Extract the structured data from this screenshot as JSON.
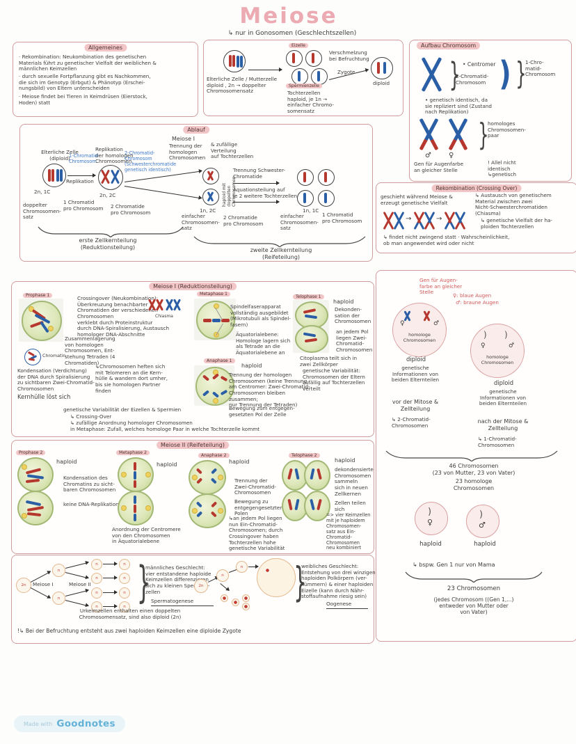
{
  "title": "Meiose",
  "subtitle": "↳ nur in Gonosomen (Geschlechtszellen)",
  "glyphs": {
    "female": "♀",
    "male": "♂",
    "arrow_right": "→",
    "brace_close": "}",
    "paren": ")",
    "bracket_close": "]"
  },
  "allg": {
    "header": "Allgemeines",
    "b1": "· Rekombination: Neukombination des genetischen\nMaterials führt zu genetischer Vielfalt der weiblichen &\nmännlichen Keimzellen",
    "b2": "· durch sexuelle Fortpflanzung gibt es Nachkommen,\ndie sich im Genotyp (Erbgut) & Phänotyp (Erschei-\nnungsbild) von Eltern unterscheiden",
    "b3": "· Meiose findet bei Tieren in Keimdrüsen (Eierstock,\nHoden) statt"
  },
  "fert": {
    "eizelle": "Eizelle",
    "spermien": "Spermienzelle",
    "mutter": "Elterliche Zelle / Mutterzelle\ndiploid , 2n → doppelter\nChromosomensatz",
    "tochter": "Tochterzellen\nhaploid, je 1n →\neinfacher Chromo-\nsomensatz",
    "verschmelzung": "Verschmelzung\nbei Befruchtung",
    "zygote": "Zygote",
    "diploid": "diploid"
  },
  "aufbau": {
    "header": "Aufbau Chromosom",
    "centromer": "• Centromer",
    "zweichromatid": "2-Chromatid-\nChromosom",
    "einchromatid": "1-Chro-\nmatid-\nChromosom",
    "identisch": "• genetisch identisch, da\nsie repliziert sind (Zustand\nnach Replikation)",
    "homolog": "homologes\nChromosomen-\npaar",
    "gen": "Gen für Augenfarbe\nan gleicher Stelle",
    "allel": "! Allel nicht\nidentisch\n↳genetisch"
  },
  "ablauf": {
    "header": "Ablauf",
    "meiose1": "Meiose I",
    "trennung": "Trennung der\nhomologen\nChromosomen",
    "zufaellig": "& zufällige\nVerteilung\nauf Tochterzellen",
    "elterlich": "Elterliche Zelle\n(diploid)",
    "replikation_homolog": "Replikation\nder homologen\nChromosomen",
    "chrom1_blue": "1-Chromatid-\nChromosom",
    "replikation": "Replikation",
    "chrom2_blue": "2-Chromatid-\nChromosom\n(Schwesterchromatide\ngenetisch identisch)",
    "s1": "2n, 1C",
    "s2": "2n, 2C",
    "s3": "1n, 2C",
    "s4": "1n, 1C",
    "lbl_doppelter": "doppelter\nChromosomen-\nsatz",
    "lbl_1chromatid": "1 Chromatid\npro Chromosom",
    "lbl_2chromatide": "2 Chromatide\npro Chromosom",
    "vertical": "haploid mit\ndoppelten Chromosomen",
    "trenn_schwester": "Trennung Schwester-\nChromatide",
    "aquation": "Äquationsteilung auf\nje 2 weitere Tochterzellen",
    "lbl_einfacher": "einfacher\nChromosomen-\nsatz",
    "lbl_2chromatide2": "2 Chromatide\npro Chromosom",
    "lbl_einfacher2": "einfacher\nChromosomen-\nsatz",
    "lbl_1chromatid2": "1 Chromatid\npro Chromosom",
    "erste": "erste Zellkernteilung\n(Reduktionsteilung)",
    "zweite": "zweite Zellkernteilung\n(Reifeteilung)"
  },
  "reko": {
    "header": "Rekombination (Crossing Over)",
    "left": "geschieht während Meiose &\nerzeugt genetische Vielfalt",
    "right": "↳ Austausch von genetischem\nMaterial zwischen zwei\nNicht-Schwesterchromatiden\n(Chiasma)",
    "right2": "↳ genetische Vielfalt der ha-\nploiden Tochterzellen",
    "bottom": "↳ findet nicht zwingend statt · Wahrscheinlichkeit,\nob man angewendet wird oder nicht"
  },
  "m1box": {
    "header": "Meiose I (Reduktionsteilung)",
    "p1": "Prophase 1",
    "crossing": "Crossingover (Neukombination):\nÜberkreuzung benachbarter\nChromatiden der verschiedenen\nChromosomen\nverklebt durch Proteinstruktur\ndurch DNA-Spiralisierung, Austausch\nhomologer DNA-Abschnitte",
    "chiasma": "Chiasma",
    "zusammen": "Zusammenlagerung\nvon homologen\nChromosomen, Ent-\nstehung Tetraden (4\nChromatiden)",
    "chromatin": "Chromatin",
    "kondensation": "Kondensation (Verdichtung)\nder DNA durch Spiralisierung\nzu sichtbaren Zwei-Chromatid-\nChromosomen",
    "kernhuelle": "Kernhülle löst sich",
    "heften": "↳Chromosomen heften sich\nmit Telomeren an die Kern-\nhülle & wandern dort umher,\nbis sie homologen Partner\nfinden",
    "variab": "genetische Variabilität der Eizellen & Spermien",
    "variab2": "↳ Crossing-Over",
    "variab3": "↳ zufällige Anordnung homologer Chromosomen\nin Metaphase: Zufall, welches homologe Paar in welche Tochterzelle kommt",
    "m1": "Metaphase 1",
    "spindel": "Spindelfaserapparat\nvollständig ausgebildet\n(Mikrotubuli als Spindel-\nfasern)",
    "aqua": "Äquatorialebene:\nHomologe lagern sich\nals Tetrade an die\nÄquatorialebene an",
    "a1": "Anaphase 1",
    "haploid": "haploid",
    "trennung_h": "Trennung der homologen\nChromosomen (keine Trennung\nam Centromer: Zwei-Chromatid-\nChromosomen bleiben zusammen;\nnur Trennung der Tetraden)",
    "bewegung": "Bewegung zum entgegen-\ngesetzten Pol der Zelle",
    "t1": "Telophase 1",
    "dekonden": "Dekonden-\nsation der\nChromosomen",
    "pol": "an jedem Pol\nliegen Zwei-\nChromatid-\nChromosomen",
    "cyto": "Citoplasma teilt sich in\nzwei Zellkörper",
    "genetisch": "genetische Variabilität:\nChromosomen der Eltern\nzufällig auf Tochterzellen\nverteilt"
  },
  "m2box": {
    "header": "Meiose II (Reifeteilung)",
    "p2": "Prophase 2",
    "haploid": "haploid",
    "kond": "Kondensation des\nChromatins zu sicht-\nbaren Chromosomen",
    "keine": "keine DNA-Replikation",
    "m2": "Metaphase 2",
    "anordnung": "Anordnung der Centromere\nvon den Chromosomen\nin Äquatorialebene",
    "a2": "Anaphase 2",
    "trennung2": "Trennung der\nZwei-Chromatid-\nChromosomen",
    "bewegung2": "Bewegung zu\nentgegengesetzten\nPolen",
    "pol2": "↳an jedem Pol liegen\nnun Ein-Chromatid-\nChromosomen; durch\nCrossingover haben\nTochterzellen hohe\ngenetische Variabilität",
    "t2": "Telophase 2",
    "dekond2": "dekondensierte\nChromosomen\nsammeln\nsich in neuen\nZellkernen",
    "teilen": "Zellen teilen\nsich",
    "vier": "=> vier Keimzellen\nmit je haploidem\nChromosomen-\nsatz aus Ein-\nChromatid-\nChromosomen\nneu kombiniert"
  },
  "gameto": {
    "meiose1": "Meiose I",
    "meiose2": "Meiose II",
    "lbl2n": "2n",
    "lbln": "n",
    "male": "männliches Geschlecht:\nvier entstandene haploide\nKeimzellen differenzieren\nsich zu kleinen Spermien-\nzellen",
    "spermato": "Spermatogenese",
    "female": "weibliches Geschlecht:\nEntstehung von drei winzigen\nhaploiden Polkörpern (ver-\nkümmern) & einer haploiden\nEizelle (kann durch Nähr-\nstoffaufnahme riesig sein)",
    "oogenese": "Oogenese",
    "urkeim": "Urkeimzellen enthalten einen doppelten\nChromosomensatz, sind also diploid (2n)",
    "befruchtung": "!↳ Bei der Befruchtung entsteht aus zwei haploiden Keimzellen eine diploide Zygote"
  },
  "rightcol": {
    "gen_red": "Gen für Augen-\nfarbe an gleicher\nStelle",
    "blaue": "♀: blaue Augen",
    "braune": "♂: braune Augen",
    "homolog1": "homologe\nChromosomen",
    "homolog2": "homologe\nChromosomen",
    "diploid1": "diploid",
    "info1": "genetische\nInformationen von\nbeiden Elternteilen",
    "vor": "vor der Mitose &\nZellteilung",
    "vor_sub": "↳ 2-Chromatid-\nChromosomen",
    "diploid2": "diploid",
    "info2": "genetische\nInformationen von\nbeiden Elternteilen",
    "nach": "nach der Mitose &\nZellteilung",
    "nach_sub": "↳ 1-Chromatid-\nChromosomen",
    "chr46": "46 Chromosomen\n(23 von Mutter, 23 von Vater)",
    "chr23h": "23 homologe\nChromosomen",
    "haploid1": "haploid",
    "haploid2": "haploid",
    "bspw": "↳ bspw. Gen 1 nur von Mama",
    "chr23": "23 Chromosomen",
    "chr23sub": "(jedes Chromosom ((Gen 1,...)\nentweder von Mutter oder\nvon Vater)"
  },
  "footer": {
    "made_with": "Made with",
    "brand": "Goodnotes"
  }
}
